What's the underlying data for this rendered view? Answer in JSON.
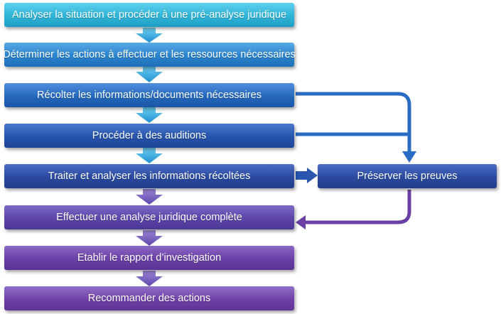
{
  "steps": [
    {
      "label": "Analyser la situation et procéder à une pré-analyse juridique",
      "color": "#2fb4d6"
    },
    {
      "label": "Déterminer les actions à effectuer et les ressources nécessaires",
      "color": "#2a84cc"
    },
    {
      "label": "Récolter les informations/documents  nécessaires",
      "color": "#2468bc"
    },
    {
      "label": "Procéder à des auditions",
      "color": "#2554ab"
    },
    {
      "label": "Traiter et analyser les informations récoltées",
      "color": "#2a4aa0"
    },
    {
      "label": "Effectuer une analyse juridique complète",
      "color": "#5c44a8"
    },
    {
      "label": "Etablir le rapport d’investigation",
      "color": "#6a3fa6"
    },
    {
      "label": "Recommander des actions",
      "color": "#7040a6"
    }
  ],
  "side_box": {
    "label": "Préserver les preuves",
    "color": "#2a4aa0"
  },
  "arrow_colors": {
    "down": "#2ea6dc",
    "side_blue": "#2a6cc4",
    "side_purple": "#6a3fa6"
  }
}
